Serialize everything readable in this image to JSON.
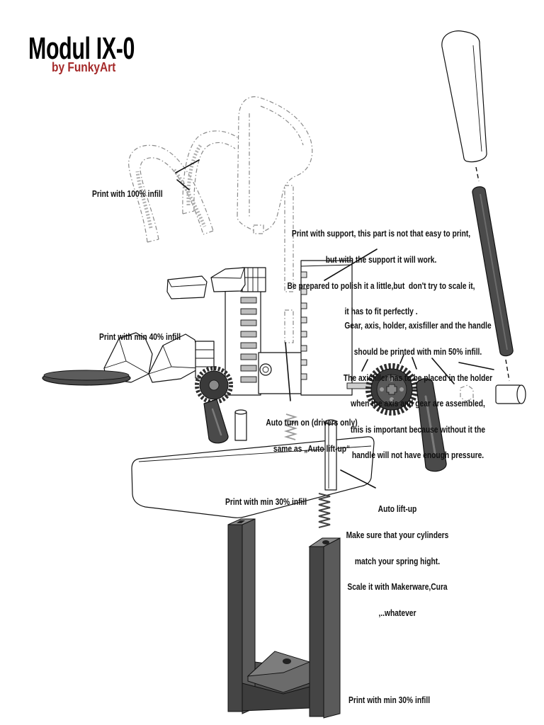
{
  "title": "Modul IX-0",
  "subtitle": "by FunkyArt",
  "colors": {
    "subtitle": "#a52a2a"
  },
  "labels": {
    "infill_100": "Print with 100% infill",
    "support": [
      "Print with support, this part is not that easy to print,",
      "but with the support it will work.",
      "Be prepared to polish it a little,but  don't try to scale it,",
      "it has to fit perfectly ."
    ],
    "infill_40": "Print with min 40% infill",
    "gear_note": [
      "Gear, axis, holder, axisfiller and the handle",
      "should be printed with min 50% infill.",
      "The axisfiller has to be placed in the holder",
      "when the axis and gear are assembled,",
      "this is important because without it the",
      "handle will not have enough pressure."
    ],
    "auto_turn_on": [
      "Auto turn on (drivers only)",
      "same as „Auto lift-up“"
    ],
    "infill_30_base": "Print with min 30% infill",
    "auto_lift_up": [
      "Auto lift-up",
      "Make sure that your cylinders",
      "match your spring hight.",
      "Scale it with Makerware,Cura",
      ",..whatever"
    ],
    "infill_30_stand": "Print with min 30% infill"
  }
}
